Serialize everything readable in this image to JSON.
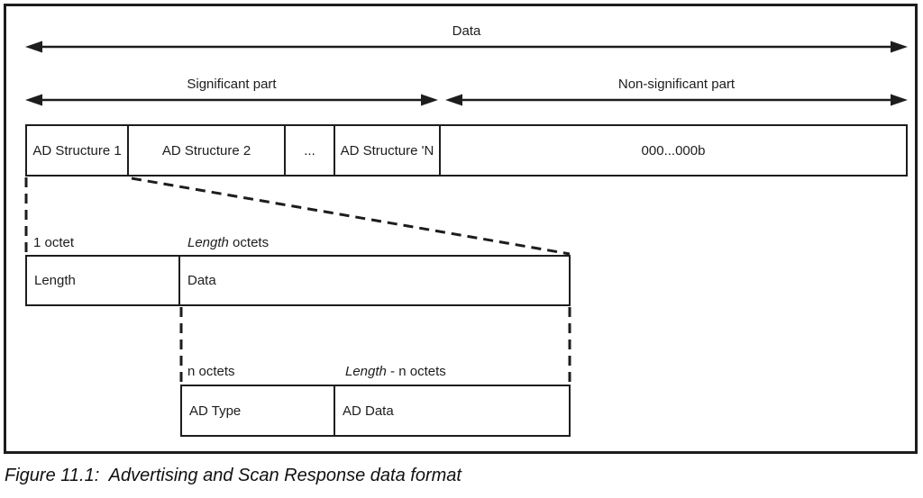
{
  "figure": {
    "top_arrow_label": "Data",
    "significant_label": "Significant part",
    "non_significant_label": "Non-significant part",
    "structure_row": {
      "cells": [
        "AD Structure 1",
        "AD Structure 2",
        "...",
        "AD Structure 'N",
        "000...000b"
      ]
    },
    "level2": {
      "size_label_left": "1 octet",
      "size_label_right_italic": "Length",
      "size_label_right_rest": " octets",
      "cells": [
        "Length",
        "Data"
      ]
    },
    "level3": {
      "size_label_left": "n octets",
      "size_label_right_italic": "Length",
      "size_label_right_rest": " - n octets",
      "cells": [
        "AD Type",
        "AD Data"
      ]
    },
    "caption": "Figure 11.1:  Advertising and Scan Response data format"
  },
  "colors": {
    "ink": "#1d1d1b",
    "background": "#ffffff"
  }
}
